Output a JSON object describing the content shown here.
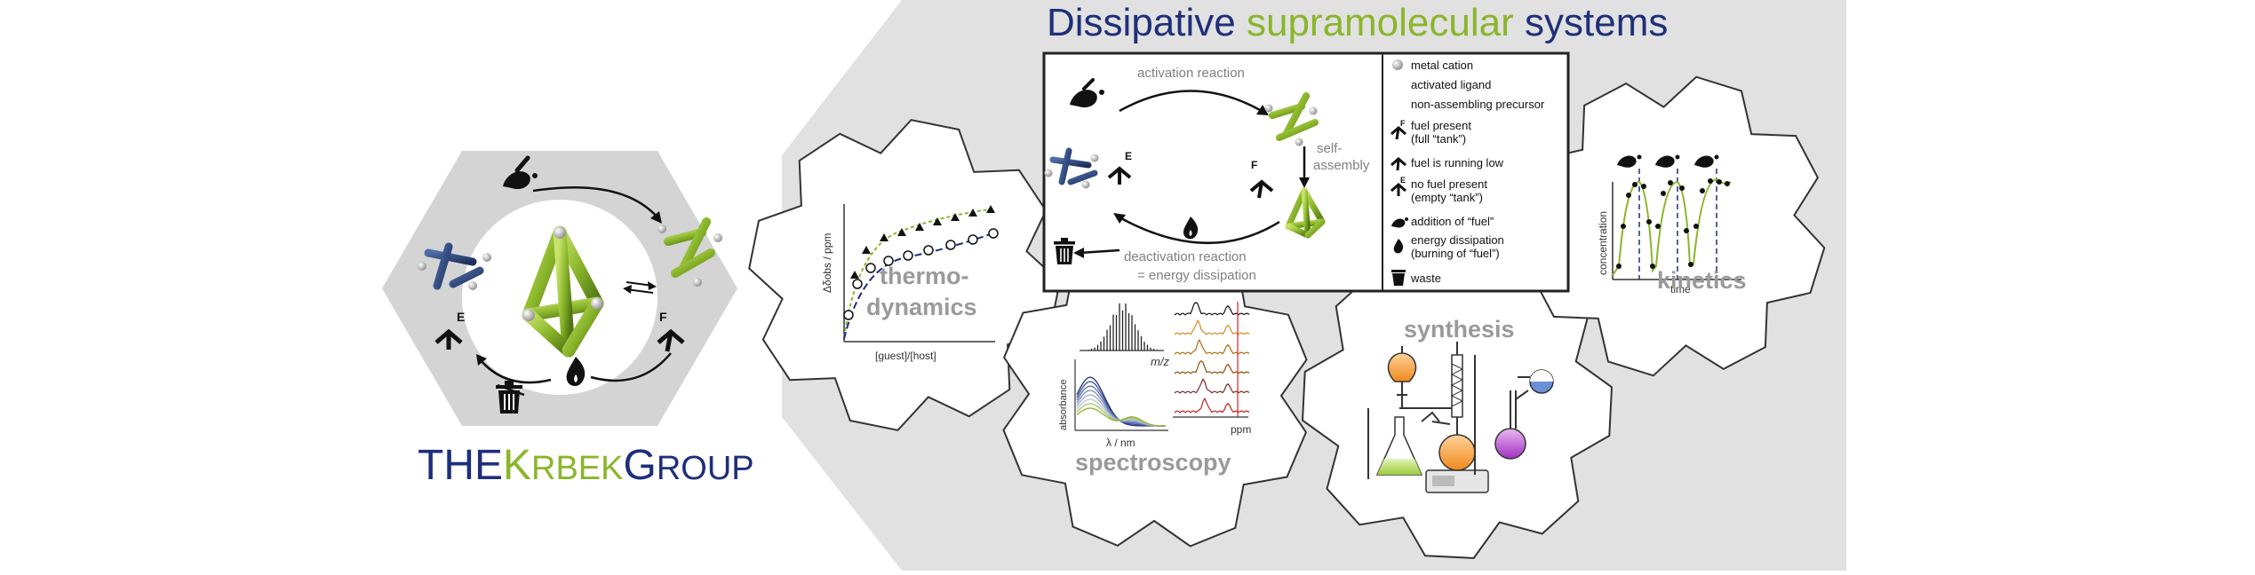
{
  "header": {
    "title_part1": "Dissipative ",
    "title_part2": "supramolecular",
    "title_part3": " systems",
    "colors": {
      "blue": "#1e2f7a",
      "green": "#8ab62b",
      "gray": "#808080"
    }
  },
  "logo": {
    "the": "THE",
    "krbek_k": "K",
    "krbek_rest": "RBEK",
    "group_g": "G",
    "group_rest": "ROUP"
  },
  "cycle": {
    "activation_label": "activation reaction",
    "deactivation_label": "deactivation reaction",
    "deactivation_sub": "= energy dissipation",
    "self_assembly_1": "self-",
    "self_assembly_2": "assembly",
    "fuel_letter_e": "E",
    "fuel_letter_f": "F"
  },
  "legend": {
    "items": [
      {
        "icon": "metal-cation",
        "label": "metal cation"
      },
      {
        "icon": "activated-ligand",
        "label": "activated ligand"
      },
      {
        "icon": "non-assembling-precursor",
        "label": "non-assembling precursor"
      },
      {
        "icon": "fuel-full",
        "label": "fuel present",
        "label2": "(full “tank”)"
      },
      {
        "icon": "fuel-low",
        "label": "fuel is running low"
      },
      {
        "icon": "fuel-empty",
        "label": "no fuel present",
        "label2": "(empty “tank”)"
      },
      {
        "icon": "fuel-addition",
        "label": "addition of “fuel”"
      },
      {
        "icon": "flame",
        "label": "energy dissipation",
        "label2": "(burning of “fuel”)"
      },
      {
        "icon": "trash",
        "label": "waste"
      }
    ]
  },
  "gears": {
    "thermo": {
      "title1": "thermo-",
      "title2": "dynamics",
      "xlabel": "[guest]/[host]",
      "ylabel": "Δδobs / ppm"
    },
    "spectro": {
      "title": "spectroscopy",
      "ms_xlabel": "m/z",
      "uv_xlabel": "λ / nm",
      "uv_ylabel": "absorbance",
      "nmr_xlabel": "ppm"
    },
    "synthesis": {
      "title": "synthesis"
    },
    "kinetics": {
      "title": "kinetics",
      "xlabel": "time",
      "ylabel": "concentration"
    }
  }
}
